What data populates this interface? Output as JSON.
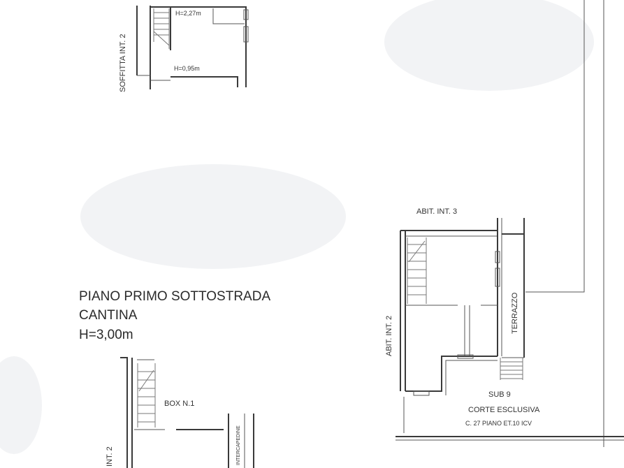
{
  "title_block": {
    "line1": "PIANO PRIMO SOTTOSTRADA",
    "line2": "CANTINA",
    "line3": "H=3,00m"
  },
  "top_plan": {
    "side_label": "SOFFITTA INT. 2",
    "height_high": "H=2,27m",
    "height_low": "H=0,95m"
  },
  "right_plan": {
    "top_label": "ABIT. INT. 3",
    "side_label": "ABIT. INT. 2",
    "terrace_label": "TERRAZZO",
    "sub_label": "SUB 9",
    "court_label": "CORTE ESCLUSIVA",
    "court_sub": "C. 27 PIANO ET.10 ICV"
  },
  "bottom_plan": {
    "box_label": "BOX N.1",
    "side_label": "INT. 2",
    "small_label": "INTERCAPEDINE"
  }
}
